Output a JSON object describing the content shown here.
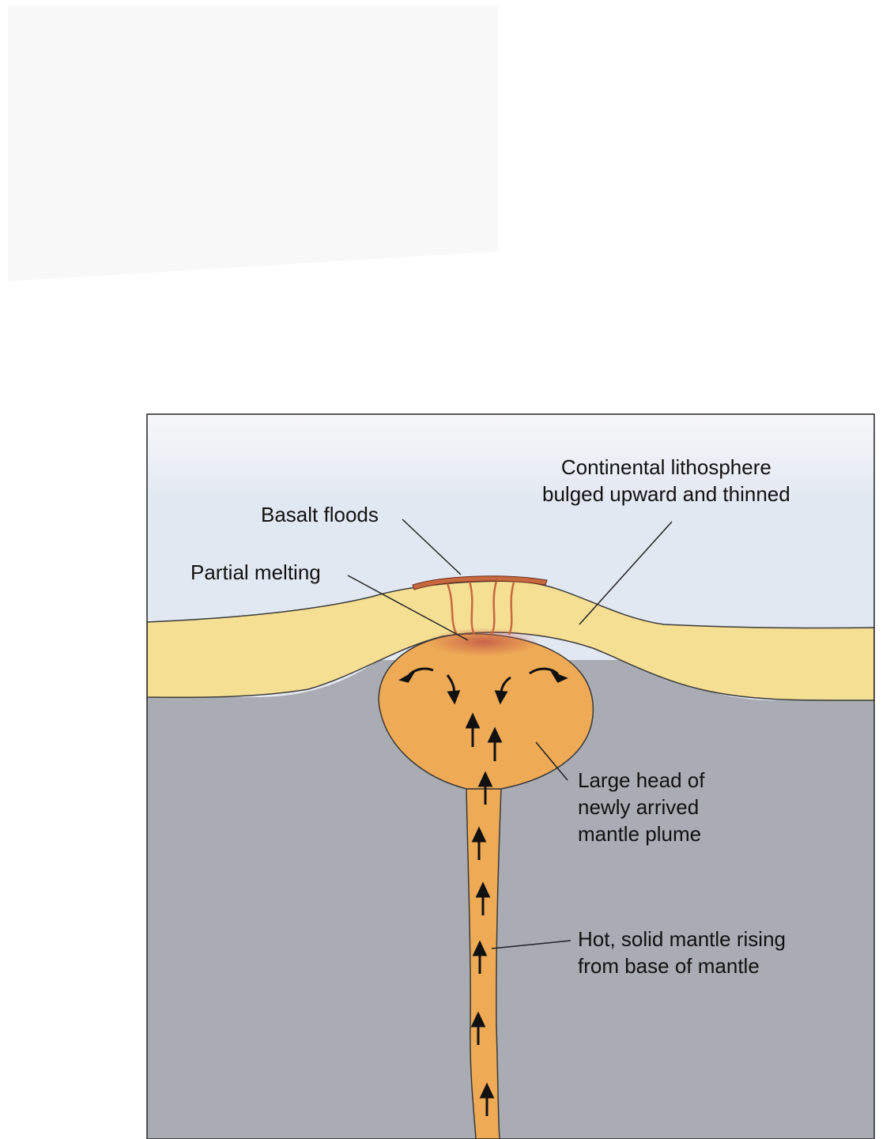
{
  "figure": {
    "labels": {
      "basalt_floods": "Basalt floods",
      "partial_melting": "Partial melting",
      "continental_lithosphere": [
        "Continental lithosphere",
        "bulged upward and thinned"
      ],
      "plume_head": [
        "Large head of",
        "newly arrived",
        "mantle plume"
      ],
      "plume_tail": [
        "Hot, solid mantle rising",
        "from base of mantle"
      ]
    },
    "colors": {
      "air": "#e5eaf2",
      "lithosphere": "#f5df93",
      "mantle": "#a9acb3",
      "plume": "#eeaa55",
      "basalt": "#c8683e",
      "partial_melt": "#c9604a",
      "arrows": "#111111"
    }
  }
}
